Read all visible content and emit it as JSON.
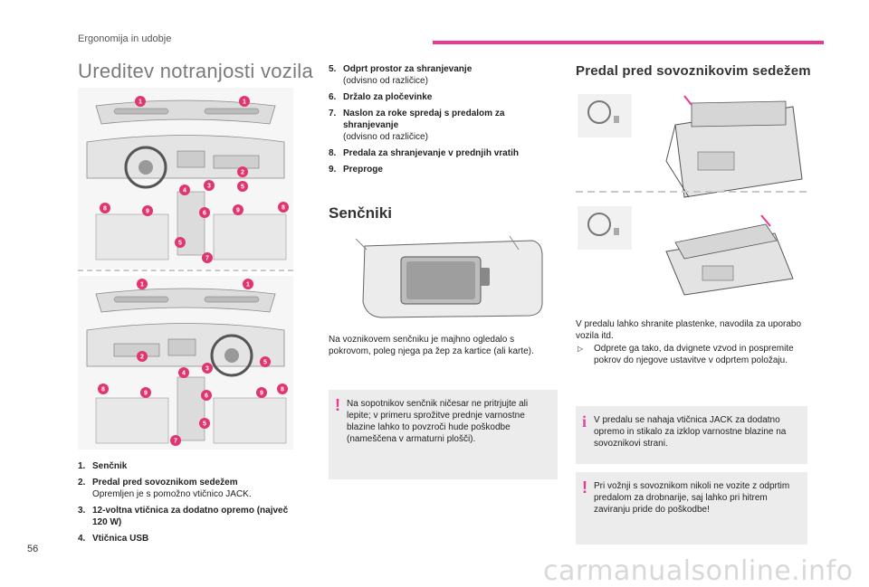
{
  "header": {
    "section": "Ergonomija in udobje"
  },
  "page": {
    "title": "Ureditev notranjosti vozila",
    "number": "56"
  },
  "colors": {
    "accent": "#e6398f",
    "badge": "#e0366f",
    "note_bg": "#ececec"
  },
  "left_list": [
    {
      "num": "1.",
      "title": "Senčnik",
      "desc": ""
    },
    {
      "num": "2.",
      "title": "Predal pred sovoznikom sedežem",
      "desc": "Opremljen je s pomožno vtičnico JACK."
    },
    {
      "num": "3.",
      "title": "12-voltna vtičnica za dodatno opremo (največ 120 W)",
      "desc": ""
    },
    {
      "num": "4.",
      "title": "Vtičnica USB",
      "desc": ""
    }
  ],
  "middle_list": [
    {
      "num": "5.",
      "title": "Odprt prostor za shranjevanje",
      "desc": "(odvisno od različice)"
    },
    {
      "num": "6.",
      "title": "Držalo za pločevinke",
      "desc": ""
    },
    {
      "num": "7.",
      "title": "Naslon za roke spredaj s predalom za shranjevanje",
      "desc": "(odvisno od različice)"
    },
    {
      "num": "8.",
      "title": "Predala za shranjevanje v prednjih vratih",
      "desc": ""
    },
    {
      "num": "9.",
      "title": "Preproge",
      "desc": ""
    }
  ],
  "sun_visor": {
    "title": "Senčniki",
    "text": "Na voznikovem senčniku je majhno ogledalo s pokrovom, poleg njega pa žep za kartice (ali karte).",
    "warning": "Na sopotnikov senčnik ničesar ne pritrjujte ali lepite; v primeru sprožitve prednje varnostne blazine lahko to povzroči hude poškodbe (nameščena v armaturni plošči)."
  },
  "glovebox": {
    "title": "Predal pred sovoznikovim sedežem",
    "text": "V predalu lahko shranite plastenke, navodila za uporabo vozila itd.",
    "step": "Odprete ga tako, da dvignete vzvod in pospremite pokrov do njegove ustavitve v odprtem položaju.",
    "step_icon": "arrow-right-icon",
    "info": "V predalu se nahaja vtičnica JACK za dodatno opremo in stikalo za izklop varnostne blazine na sovoznikovi strani.",
    "warning": "Pri vožnji s sovoznikom nikoli ne vozite z odprtim predalom za drobnarije, saj lahko pri hitrem zaviranju pride do poškodbe!"
  },
  "watermark": "carmanualsonline.info",
  "marks": {
    "warning": "!",
    "info": "i",
    "step": ""
  }
}
